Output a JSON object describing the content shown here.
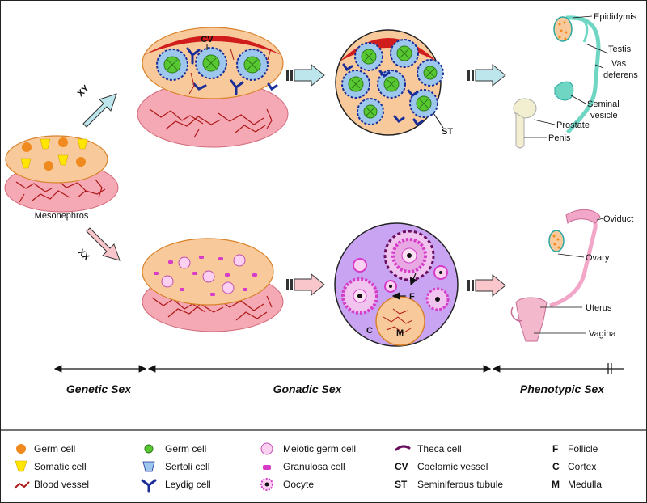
{
  "labels": {
    "cv": "CV",
    "st": "ST",
    "xy": "XY",
    "xx": "XX",
    "mesonephros": "Mesonephros",
    "f": "F",
    "c": "C",
    "m": "M",
    "epididymis": "Epididymis",
    "testis": "Testis",
    "vas": "Vas",
    "deferens": "deferens",
    "seminal": "Seminal",
    "vesicle": "vesicle",
    "prostate": "Prostate",
    "penis": "Penis",
    "oviduct": "Oviduct",
    "ovary": "Ovary",
    "uterus": "Uterus",
    "vagina": "Vagina"
  },
  "stages": {
    "genetic": "Genetic Sex",
    "gonadic": "Gonadic Sex",
    "phenotypic": "Phenotypic Sex"
  },
  "legend": {
    "germ_cell_1": "Germ cell",
    "somatic_cell": "Somatic cell",
    "blood_vessel": "Blood vessel",
    "germ_cell_2": "Germ cell",
    "sertoli_cell": "Sertoli cell",
    "leydig_cell": "Leydig cell",
    "meiotic_germ_cell": "Meiotic germ cell",
    "granulosa_cell": "Granulosa cell",
    "oocyte": "Oocyte",
    "theca_cell": "Theca cell",
    "cv_abbr": "CV",
    "cv_text": "Coelomic vessel",
    "st_abbr": "ST",
    "st_text": "Seminiferous tubule",
    "f_abbr": "F",
    "f_text": "Follicle",
    "c_abbr": "C",
    "c_text": "Cortex",
    "m_abbr": "M",
    "m_text": "Medulla"
  },
  "colors": {
    "gonad_fill": "#f8c99a",
    "gonad_stroke": "#d9822b",
    "mesonephros_fill": "#f4a9b4",
    "vessel": "#b01818",
    "germ_orange": "#f08a1e",
    "somatic_yellow": "#ffe600",
    "germ_green": "#58c832",
    "sertoli_blue": "#9ec7ee",
    "leydig_navy": "#1a2e9a",
    "ovary_purple": "#c9a4f2",
    "granulosa_magenta": "#d63cc8",
    "arrow_male": "#bde6ec",
    "arrow_female": "#f9c6cc",
    "male_duct": "#6fd6c4",
    "female_tract": "#f2a6c8"
  }
}
